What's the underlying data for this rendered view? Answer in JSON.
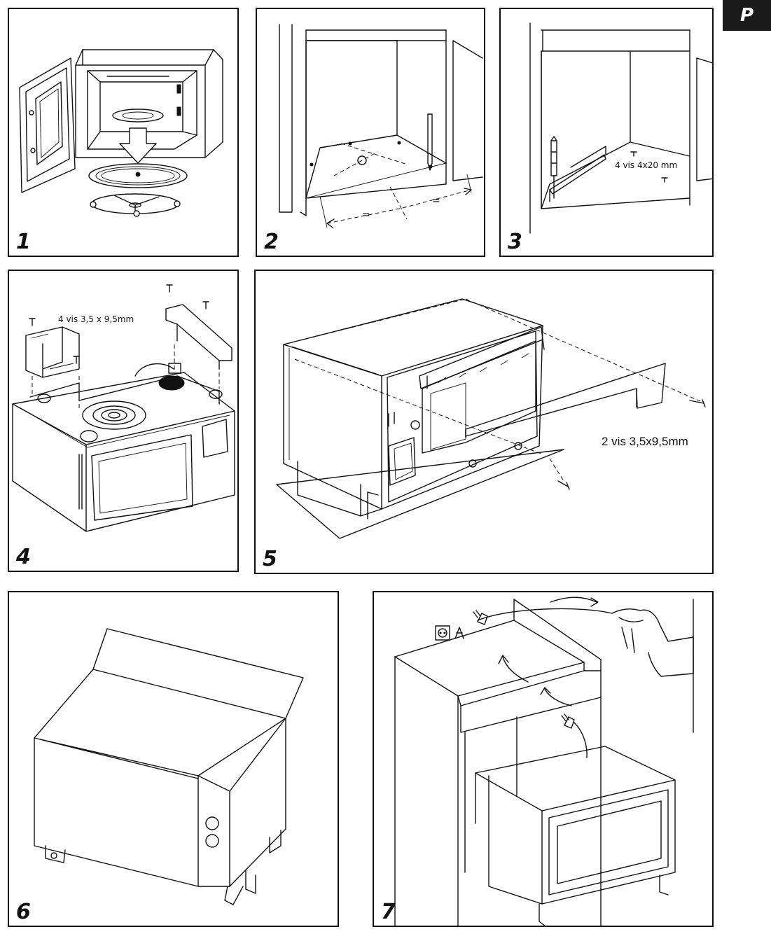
{
  "language_tab": "P",
  "panels": [
    {
      "number": "1"
    },
    {
      "number": "2"
    },
    {
      "number": "3",
      "label": "4 vis 4x20 mm"
    },
    {
      "number": "4",
      "label": "4 vis 3,5 x 9,5mm"
    },
    {
      "number": "5",
      "label": "2 vis 3,5x9,5mm"
    },
    {
      "number": "6"
    },
    {
      "number": "7"
    }
  ]
}
